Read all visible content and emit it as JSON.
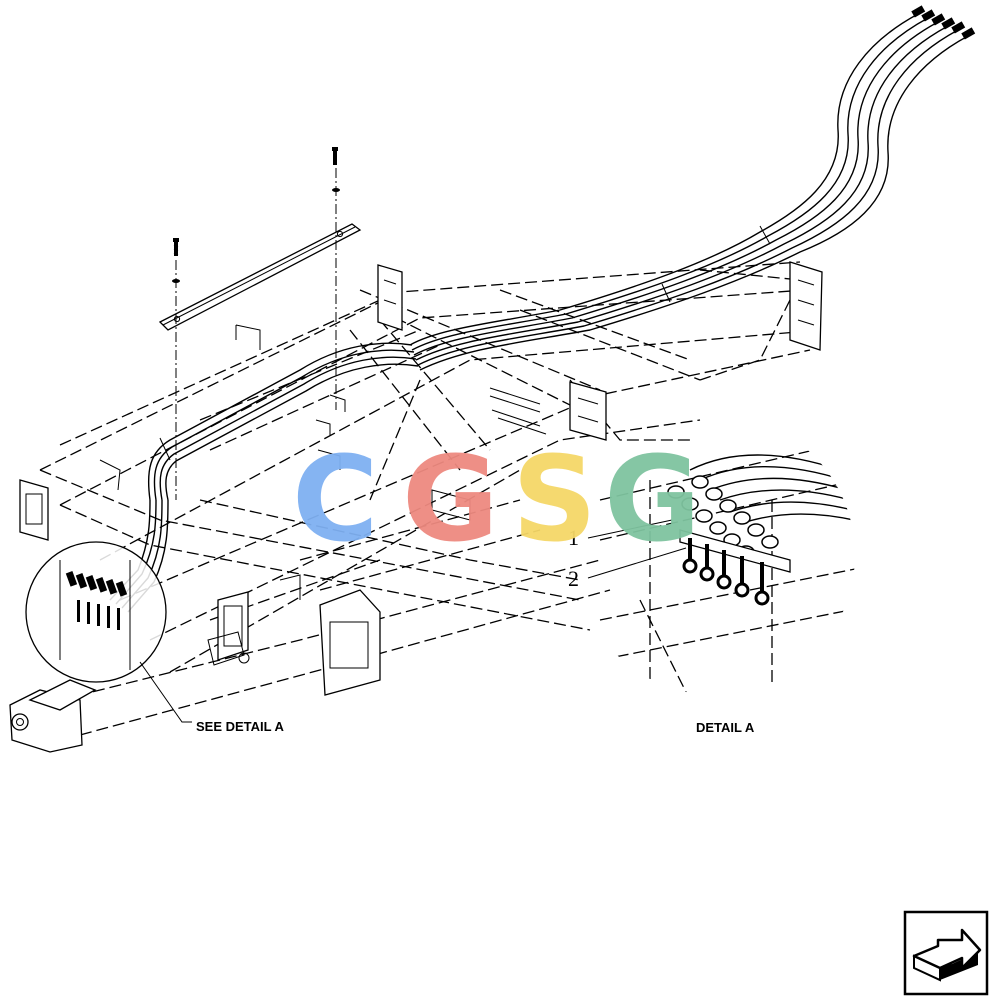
{
  "diagram": {
    "callouts": [
      "1",
      "2"
    ],
    "labels": {
      "see_detail": "SEE DETAIL A",
      "detail": "DETAIL A"
    }
  },
  "watermark": {
    "letters": [
      "C",
      "G",
      "S",
      "G"
    ],
    "colors": [
      "#7fb0f2",
      "#ee8a80",
      "#f5d768",
      "#7fc4a0"
    ]
  },
  "navigation": {
    "next_icon": "arrow-right-icon"
  }
}
